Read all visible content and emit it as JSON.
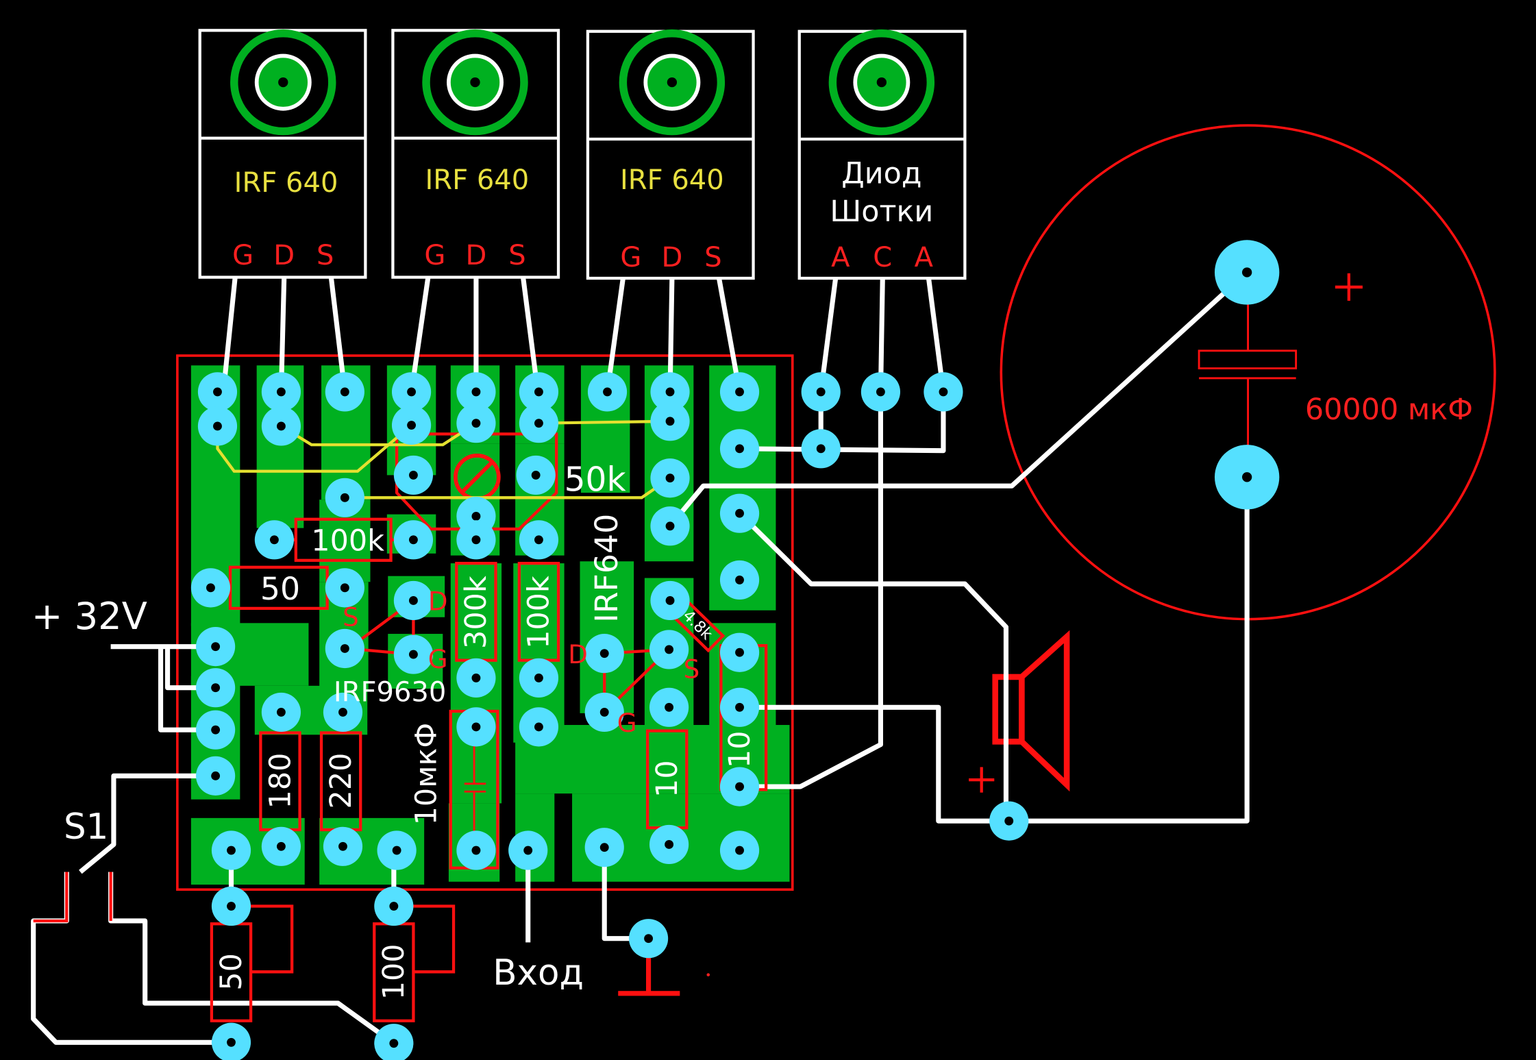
{
  "colors": {
    "background": "#000000",
    "board": "#00b020",
    "pad": "#55e0ff",
    "outline": "#ff1010",
    "wire": "#ffffff",
    "jumper": "#e4e030",
    "label_yellow": "#e8e040"
  },
  "transistors": [
    {
      "label": "IRF 640",
      "pins": [
        "G",
        "D",
        "S"
      ]
    },
    {
      "label": "IRF 640",
      "pins": [
        "G",
        "D",
        "S"
      ]
    },
    {
      "label": "IRF 640",
      "pins": [
        "G",
        "D",
        "S"
      ]
    }
  ],
  "diode": {
    "label_line1": "Диод",
    "label_line2": "Шотки",
    "pins": [
      "A",
      "C",
      "A"
    ]
  },
  "capacitor_big": {
    "value": "60000 мкФ",
    "polarity": "+"
  },
  "speaker": {
    "polarity": "+"
  },
  "labels": {
    "supply": "+ 32V",
    "switch": "S1",
    "input": "Вход",
    "trimmer": "50k",
    "mosfet_p": "IRF9630",
    "mosfet_n": "IRF640",
    "cap_small": "10мкФ",
    "p_pin_s": "S",
    "p_pin_d": "D",
    "p_pin_g": "G",
    "n_pin_d": "D",
    "n_pin_s": "S",
    "n_pin_g": "G"
  },
  "resistors": {
    "r100k_h": "100k",
    "r50_h": "50",
    "r300k": "300k",
    "r100k_v": "100k",
    "r4_8k": "4.8k",
    "r180": "180",
    "r220": "220",
    "r10_a": "10",
    "r10_b": "10",
    "r50_ext": "50",
    "r100_ext": "100"
  }
}
